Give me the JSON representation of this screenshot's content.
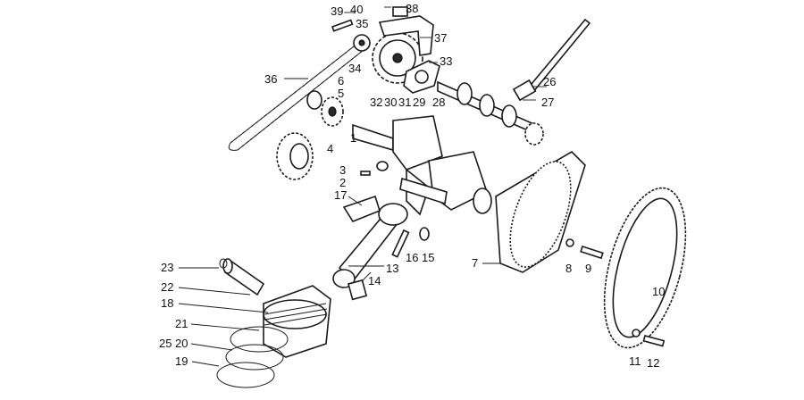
{
  "callouts": {
    "c1": "1",
    "c2": "2",
    "c3": "3",
    "c4": "4",
    "c5": "5",
    "c6": "6",
    "c7": "7",
    "c8": "8",
    "c9": "9",
    "c10": "10",
    "c11": "11",
    "c12": "12",
    "c13": "13",
    "c14": "14",
    "c15": "15",
    "c16": "16",
    "c17": "17",
    "c18": "18",
    "c19": "19",
    "c20": "20",
    "c21": "21",
    "c22": "22",
    "c23": "23",
    "c25": "25",
    "c26": "26",
    "c27": "27",
    "c28": "28",
    "c29": "29",
    "c30": "30",
    "c31": "31",
    "c32": "32",
    "c33": "33",
    "c34": "34",
    "c35": "35",
    "c36": "36",
    "c37": "37",
    "c38": "38",
    "c39": "39",
    "c40": "40"
  }
}
